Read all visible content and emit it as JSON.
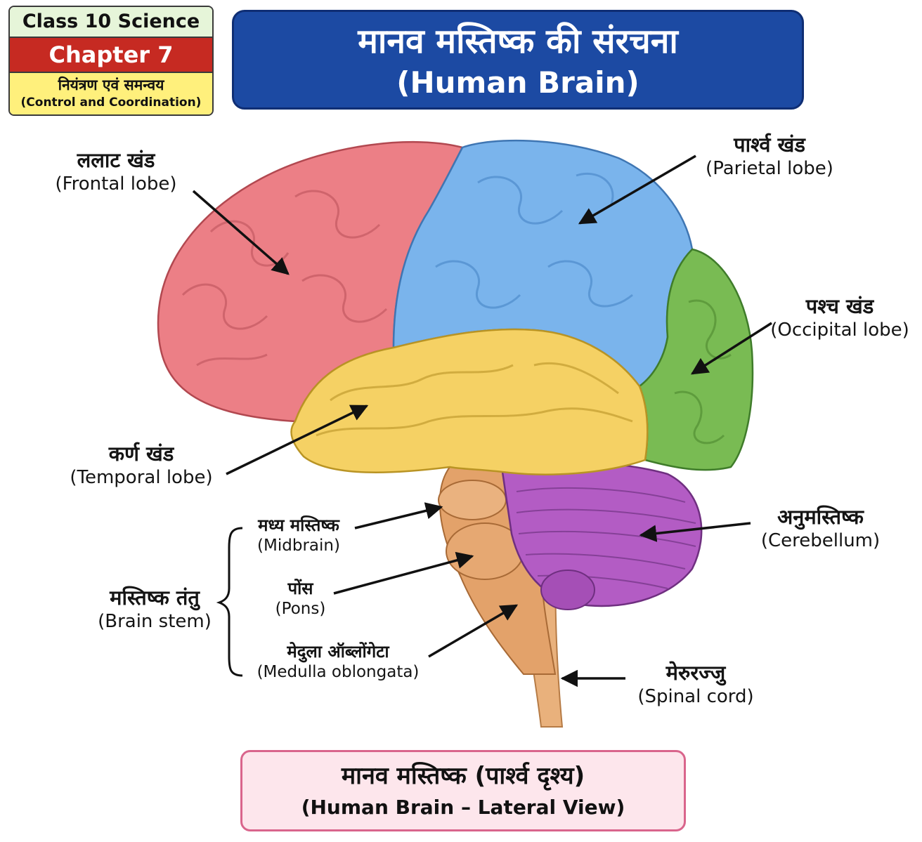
{
  "badge": {
    "class_label": "Class 10 Science",
    "chapter_label": "Chapter 7",
    "topic_hindi": "नियंत्रण एवं समन्वय",
    "topic_english": "(Control and Coordination)"
  },
  "title": {
    "hindi": "मानव मस्तिष्क की संरचना",
    "english": "(Human Brain)"
  },
  "labels": {
    "frontal": {
      "hindi": "ललाट खंड",
      "english": "(Frontal lobe)"
    },
    "parietal": {
      "hindi": "पार्श्व खंड",
      "english": "(Parietal lobe)"
    },
    "occipital": {
      "hindi": "पश्च खंड",
      "english": "(Occipital lobe)"
    },
    "temporal": {
      "hindi": "कर्ण खंड",
      "english": "(Temporal lobe)"
    },
    "cerebellum": {
      "hindi": "अनुमस्तिष्क",
      "english": "(Cerebellum)"
    },
    "midbrain": {
      "hindi": "मध्य मस्तिष्क",
      "english": "(Midbrain)"
    },
    "pons": {
      "hindi": "पोंस",
      "english": "(Pons)"
    },
    "medulla": {
      "hindi": "मेदुला ऑब्लोंगेटा",
      "english": "(Medulla oblongata)"
    },
    "brainstem": {
      "hindi": "मस्तिष्क तंतु",
      "english": "(Brain stem)"
    },
    "spinal": {
      "hindi": "मेरुरज्जु",
      "english": "(Spinal cord)"
    }
  },
  "caption": {
    "hindi": "मानव मस्तिष्क (पार्श्व दृश्य)",
    "english": "(Human Brain – Lateral View)"
  },
  "colors": {
    "frontal": "#ec7f86",
    "parietal": "#7ab4ec",
    "occipital": "#79bb53",
    "temporal": "#f5d164",
    "cerebellum": "#b35cc4",
    "brainstem": "#e3a26a",
    "title_bg": "#1c4aa3",
    "chapter_bg": "#c62a22"
  }
}
